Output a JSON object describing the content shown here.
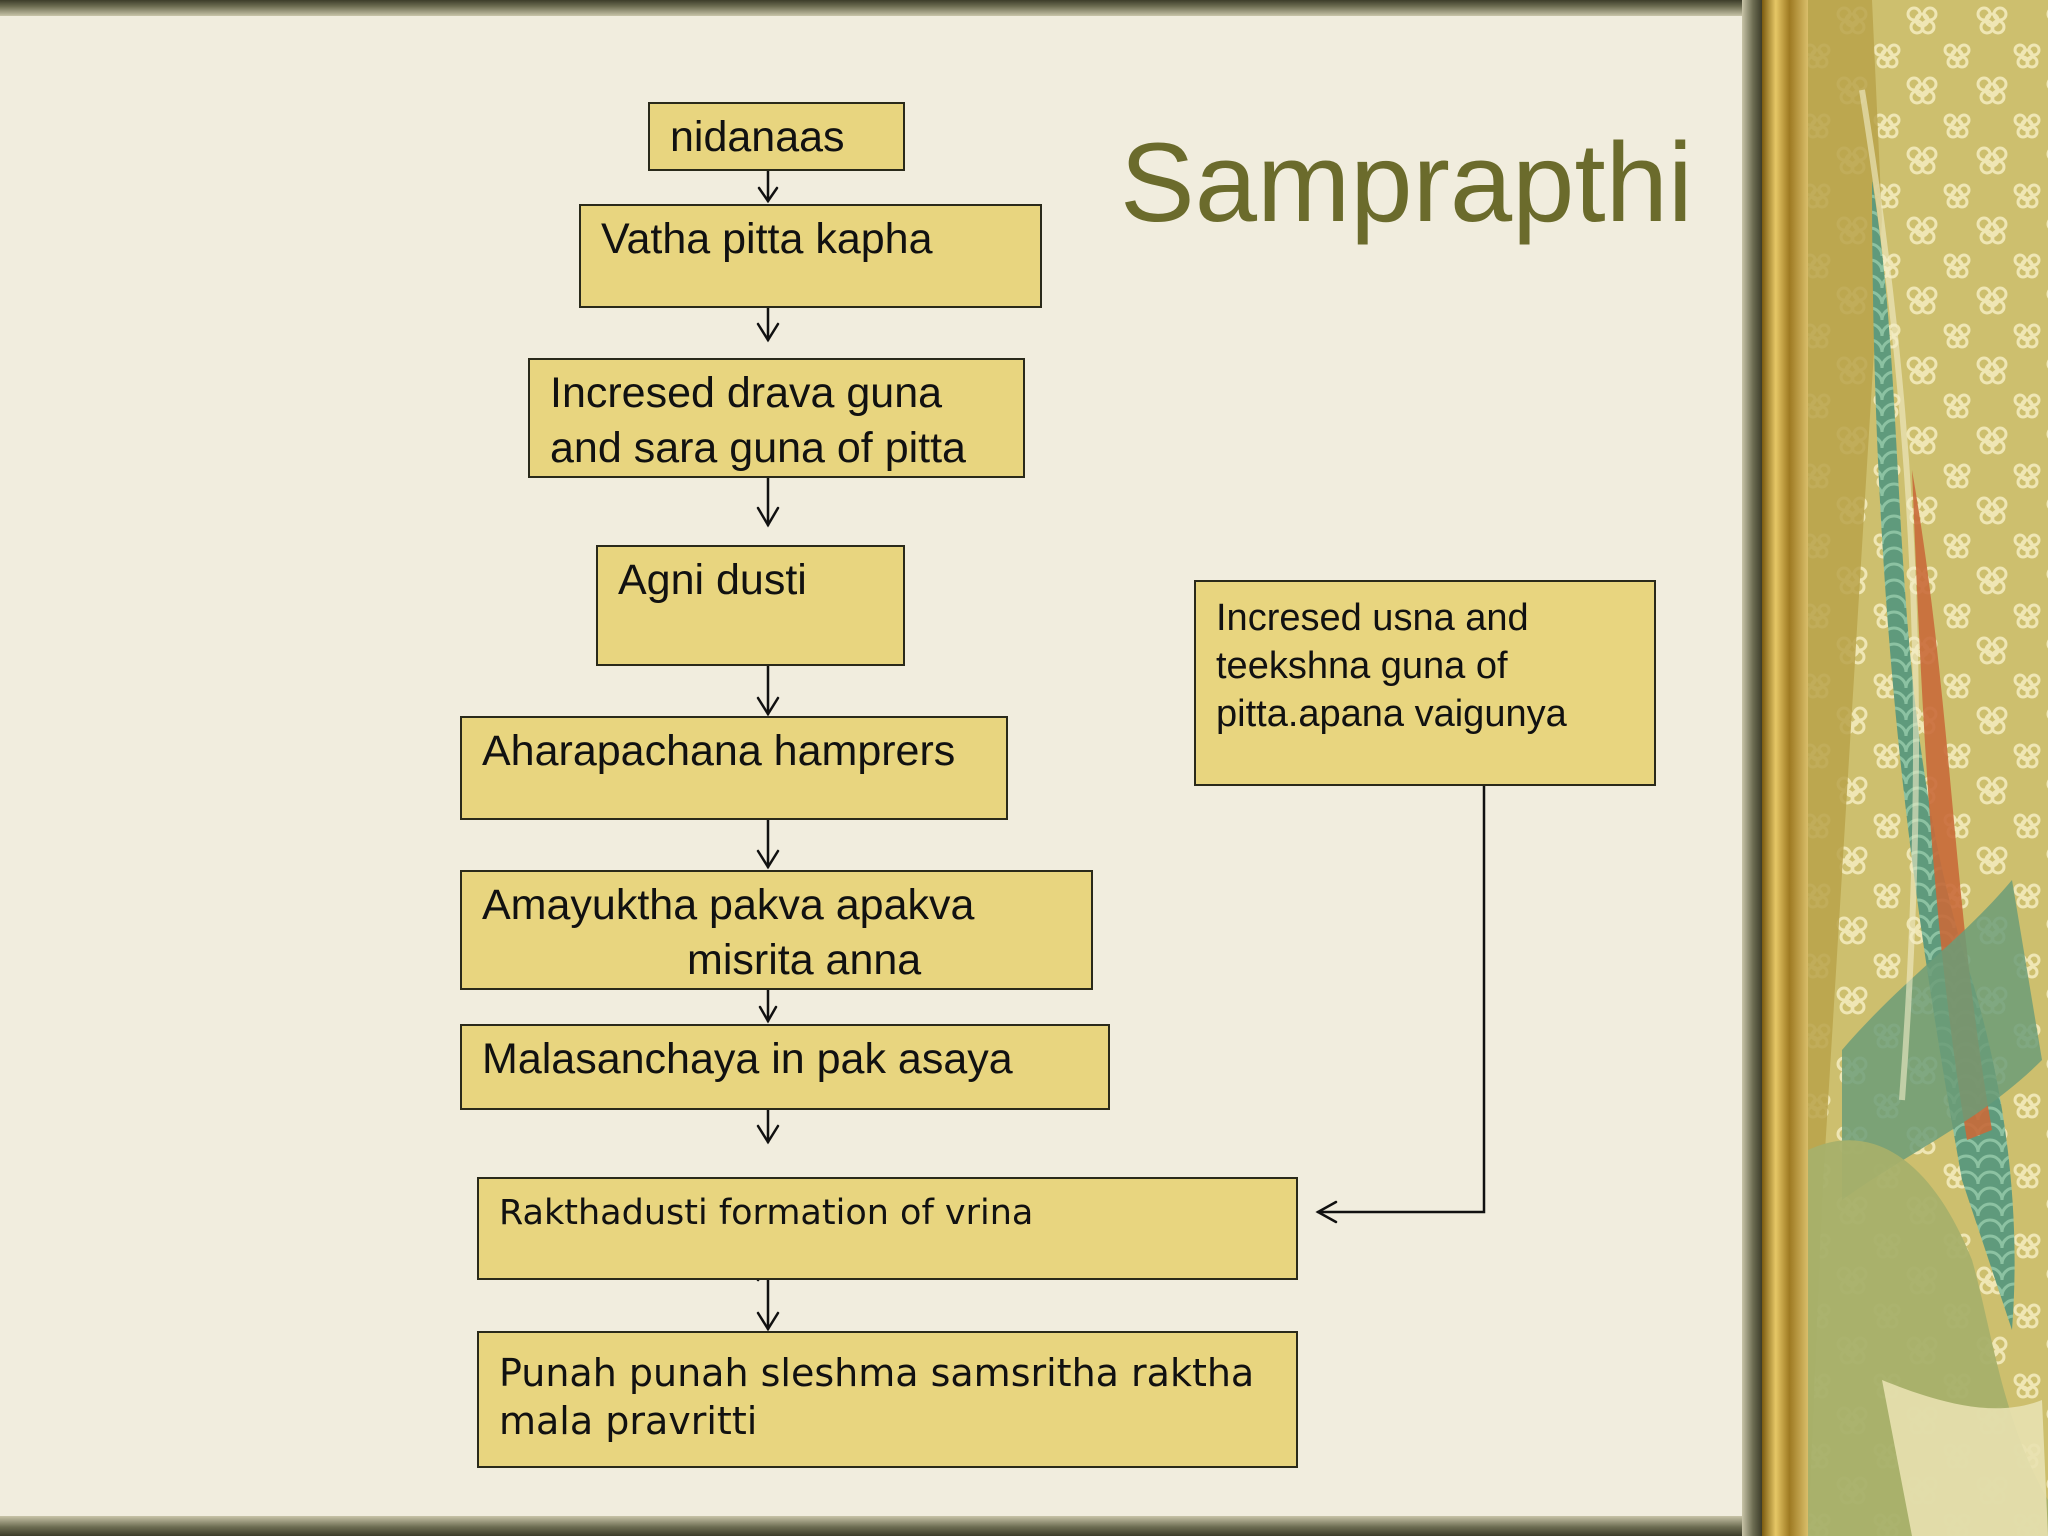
{
  "slide": {
    "title": "Samprapthi",
    "accent_color": "#6b6b2c",
    "box_fill": "#e8d57f",
    "background": "#f1edde"
  },
  "flowchart": {
    "nodes": [
      {
        "id": "nidanaas",
        "lines": [
          "nidanaas"
        ]
      },
      {
        "id": "vatha",
        "lines": [
          "Vatha pitta kapha"
        ]
      },
      {
        "id": "incresed-drava",
        "lines": [
          "Incresed drava guna",
          "and sara guna of pitta"
        ]
      },
      {
        "id": "agni",
        "lines": [
          "Agni dusti"
        ]
      },
      {
        "id": "aharapachana",
        "lines": [
          "Aharapachana hamprers"
        ]
      },
      {
        "id": "amayuktha",
        "lines": [
          "Amayuktha pakva apakva",
          "misrita anna"
        ]
      },
      {
        "id": "malasanchaya",
        "lines": [
          "Malasanchaya in pak asaya"
        ]
      },
      {
        "id": "rakthadusti",
        "lines": [
          "Rakthadusti formation of vrina"
        ]
      },
      {
        "id": "punah",
        "lines": [
          "Punah punah sleshma samsritha raktha",
          "mala pravritti"
        ]
      },
      {
        "id": "incresed-usna",
        "lines": [
          "Incresed usna and",
          "teekshna guna of",
          "pitta.apana vaigunya"
        ]
      }
    ],
    "edges": [
      [
        "nidanaas",
        "vatha"
      ],
      [
        "vatha",
        "incresed-drava"
      ],
      [
        "incresed-drava",
        "agni"
      ],
      [
        "agni",
        "aharapachana"
      ],
      [
        "aharapachana",
        "amayuktha"
      ],
      [
        "amayuktha",
        "malasanchaya"
      ],
      [
        "malasanchaya",
        "rakthadusti"
      ],
      [
        "rakthadusti",
        "punah"
      ],
      [
        "incresed-usna",
        "rakthadusti"
      ]
    ]
  }
}
